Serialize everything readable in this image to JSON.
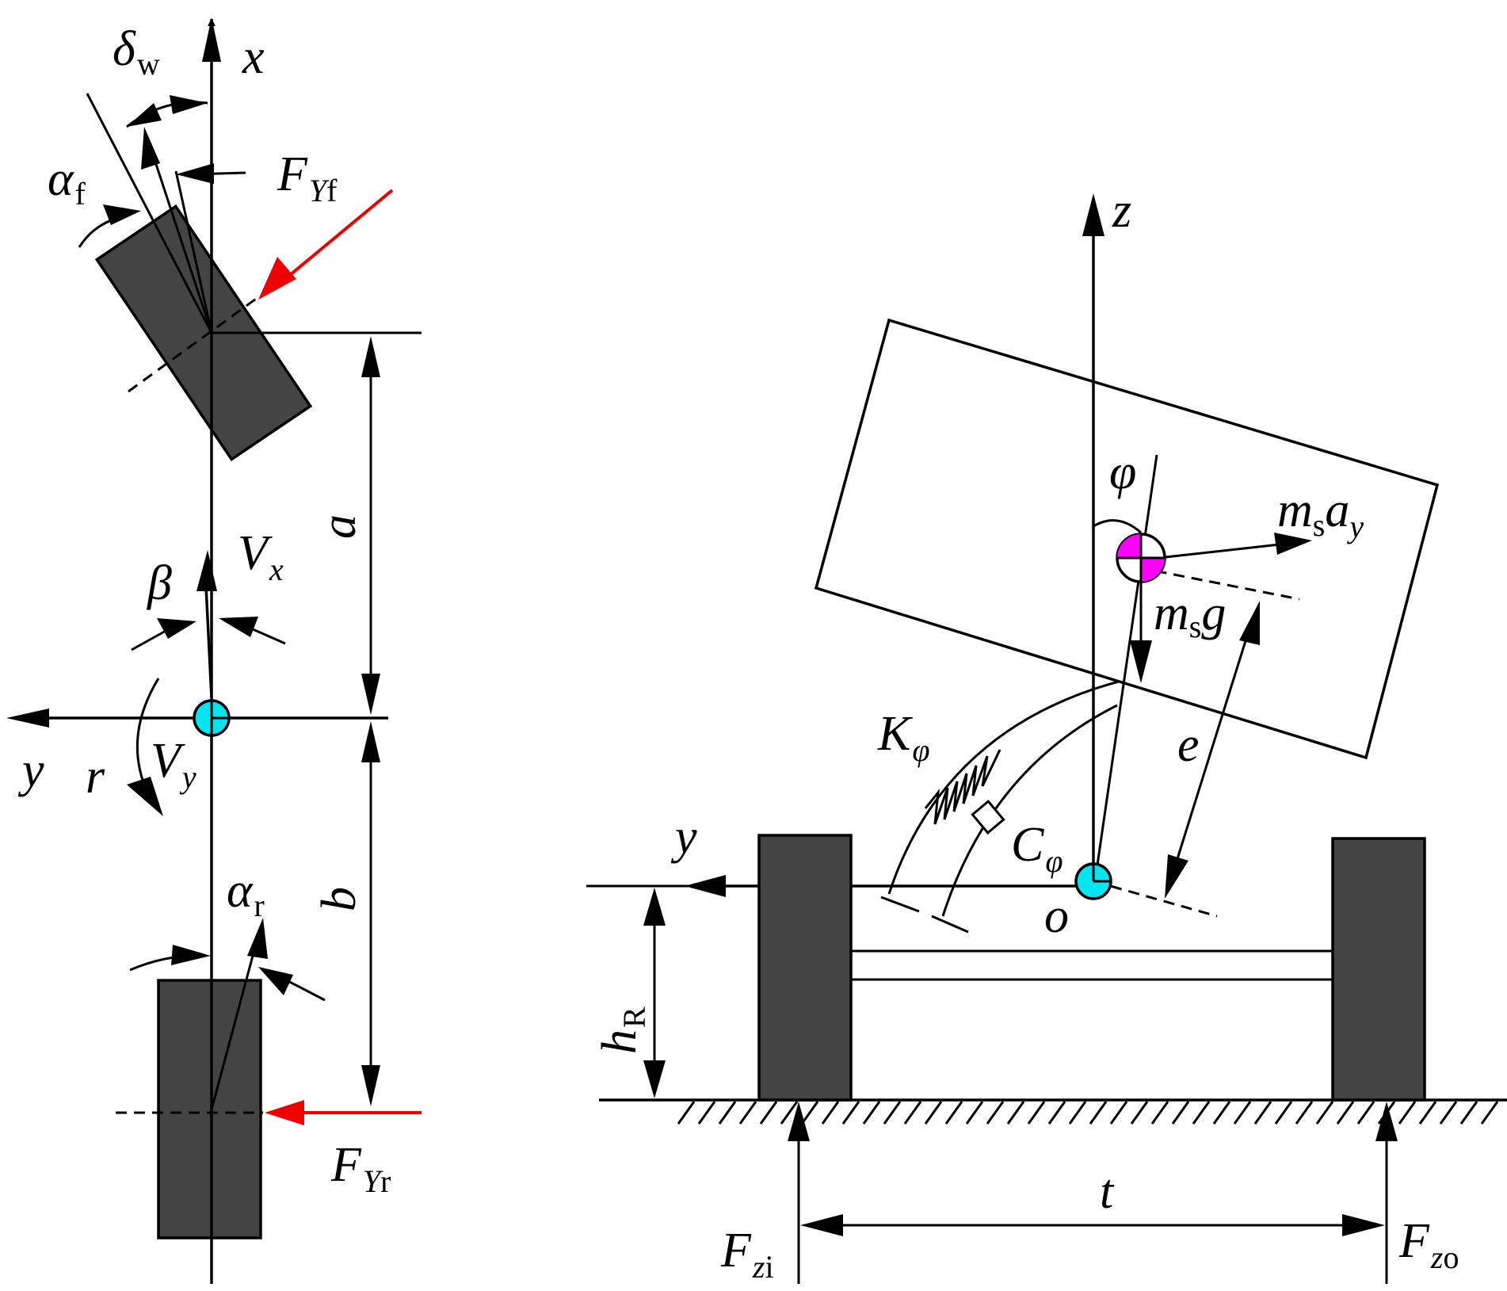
{
  "colors": {
    "tire": "#444444",
    "lateral_force_arrow": "#ee0000",
    "cg_marker_plan": "#00e5f0",
    "cg_marker_sprung_mass": "#ff00ff",
    "roll_center_marker": "#00e5f0"
  },
  "plan_view": {
    "x_axis": "x",
    "y_axis": "y",
    "steer_angle": {
      "main": "δ",
      "sub": "w"
    },
    "front_slip_angle": {
      "main": "α",
      "sub": "f"
    },
    "rear_slip_angle": {
      "main": "α",
      "sub": "r"
    },
    "front_lateral_force": {
      "main": "F",
      "sub_italic": "Y",
      "sub": "f"
    },
    "rear_lateral_force": {
      "main": "F",
      "sub_italic": "Y",
      "sub": "r"
    },
    "sideslip_angle": "β",
    "longitudinal_velocity": {
      "main": "V",
      "sub": "x"
    },
    "lateral_velocity": {
      "main": "V",
      "sub": "y"
    },
    "yaw_rate": "r",
    "front_distance": "a",
    "rear_distance": "b"
  },
  "rear_view": {
    "z_axis": "z",
    "y_axis": "y",
    "roll_angle": "φ",
    "inertial_force": {
      "m": "m",
      "m_sub": "s",
      "a": "a",
      "a_sub": "y"
    },
    "gravity_force": {
      "m": "m",
      "m_sub": "s",
      "g": "g"
    },
    "cg_height": "e",
    "roll_stiffness": {
      "main": "K",
      "sub": "φ"
    },
    "roll_damping": {
      "main": "C",
      "sub": "φ"
    },
    "roll_center": "o",
    "roll_center_height": {
      "main": "h",
      "sub": "R"
    },
    "track_width": "t",
    "inner_normal_force": {
      "main": "F",
      "sub_italic": "z",
      "sub": "i"
    },
    "outer_normal_force": {
      "main": "F",
      "sub_italic": "z",
      "sub": "o"
    }
  }
}
